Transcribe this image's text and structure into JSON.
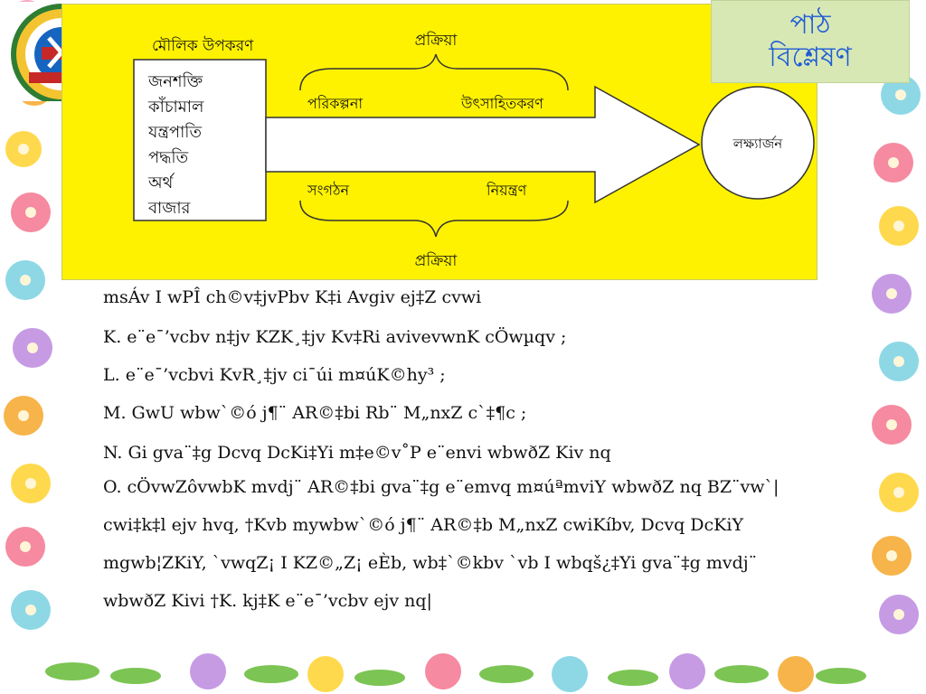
{
  "title": {
    "line1": "পাঠ",
    "line2": "বিশ্লেষণ"
  },
  "diagram": {
    "resources_heading": "মৌলিক উপকরণ",
    "resources": [
      "জনশক্তি",
      "কাঁচামাল",
      "যন্ত্রপাতি",
      "পদ্ধতি",
      "অর্থ",
      "বাজার"
    ],
    "process_top": "প্রক্রিয়া",
    "process_bottom": "প্রক্রিয়া",
    "planning": "পরিকল্পনা",
    "motivating": "উৎসাহিতকরণ",
    "organizing": "সংগঠন",
    "controlling": "নিয়ন্ত্রণ",
    "goal": "লক্ষ্যার্জন"
  },
  "text_lines": [
    "msÁv I wPÎ ch©v‡jvPbv K‡i Avgiv ej‡Z cvwi",
    "K. e¨e¯’vcbv n‡jv KZK¸‡jv Kv‡Ri avivevwnK cÖwµqv ;",
    " L. e¨e¯’vcbvi KvR¸‡jv ci¯úi m¤úK©hy³ ;",
    "M. GwU wbw`©ó j¶¨ AR©‡bi Rb¨ M„nxZ c`‡¶c ;",
    " N. Gi gva¨‡g Dcvq DcKi‡Yi m‡e©v˚P e¨envi wbwðZ Kiv nq",
    " O. cÖvwZôvwbK mvdj¨ AR©‡bi gva¨‡g e¨emvq m¤úªmviY wbwðZ nq BZ¨vw`|",
    "cwi‡k‡l ejv hvq, †Kvb mywbw`©ó j¶¨ AR©‡b M„nxZ cwiKíbv, Dcvq DcKiY",
    "mgwb¦ZKiY, `vwqZ¡ I KZ©„Z¡ eÈb, wb‡`©kbv `vb I wbqš¿‡Yi gva¨‡g mvdj¨",
    "wbwðZ Kivi †K. kj‡K e¨e¯’vcbv ejv nq|"
  ]
}
